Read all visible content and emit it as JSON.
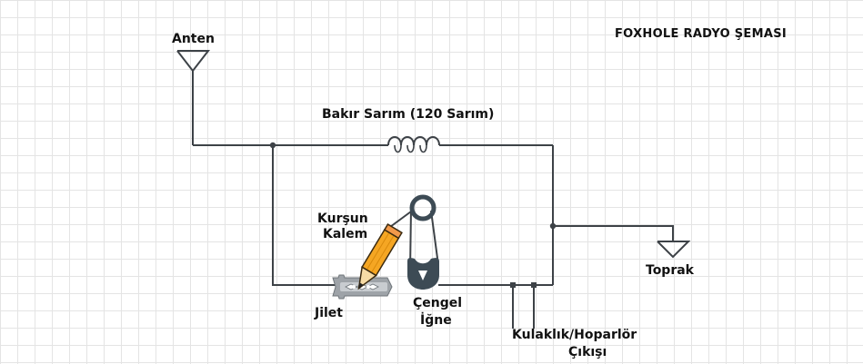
{
  "title": "FOXHOLE RADYO ŞEMASI",
  "labels": {
    "antenna": "Anten",
    "coil": "Bakır Sarım (120 Sarım)",
    "pencil_line1": "Kurşun",
    "pencil_line2": "Kalem",
    "razor": "Jilet",
    "pin_line1": "Çengel",
    "pin_line2": "İğne",
    "ground": "Toprak",
    "output_line1": "Kulaklık/Hoparlör",
    "output_line2": "Çıkışı"
  },
  "colors": {
    "wire": "#3d4247",
    "pin_body": "#3d4b55",
    "pencil_wood": "#f5a623",
    "pencil_tip": "#f7dca6",
    "blade": "#9ea3a8"
  }
}
